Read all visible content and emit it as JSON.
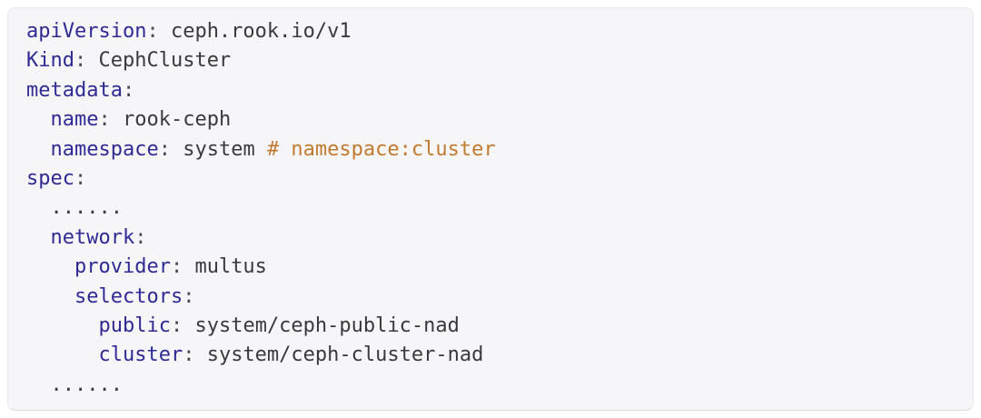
{
  "code_block": {
    "language": "yaml",
    "colors": {
      "key": "#2f2a94",
      "value": "#3a3a3c",
      "punctuation": "#4a4a55",
      "comment": "#c27a30",
      "panel_background": "#f6f6f8",
      "panel_border": "#ebebee",
      "page_background": "#ffffff"
    },
    "lines": [
      {
        "indent": 0,
        "segments": [
          {
            "type": "key",
            "text": "apiVersion"
          },
          {
            "type": "punct",
            "text": ": "
          },
          {
            "type": "value",
            "text": "ceph.rook.io/v1"
          }
        ]
      },
      {
        "indent": 0,
        "segments": [
          {
            "type": "key",
            "text": "Kind"
          },
          {
            "type": "punct",
            "text": ": "
          },
          {
            "type": "value",
            "text": "CephCluster"
          }
        ]
      },
      {
        "indent": 0,
        "segments": [
          {
            "type": "key",
            "text": "metadata"
          },
          {
            "type": "punct",
            "text": ":"
          }
        ]
      },
      {
        "indent": 2,
        "segments": [
          {
            "type": "key",
            "text": "name"
          },
          {
            "type": "punct",
            "text": ": "
          },
          {
            "type": "value",
            "text": "rook-ceph"
          }
        ]
      },
      {
        "indent": 2,
        "segments": [
          {
            "type": "key",
            "text": "namespace"
          },
          {
            "type": "punct",
            "text": ": "
          },
          {
            "type": "value",
            "text": "system "
          },
          {
            "type": "comment",
            "text": "# namespace:cluster"
          }
        ]
      },
      {
        "indent": 0,
        "segments": [
          {
            "type": "key",
            "text": "spec"
          },
          {
            "type": "punct",
            "text": ":"
          }
        ]
      },
      {
        "indent": 2,
        "segments": [
          {
            "type": "value",
            "text": "......"
          }
        ]
      },
      {
        "indent": 2,
        "segments": [
          {
            "type": "key",
            "text": "network"
          },
          {
            "type": "punct",
            "text": ":"
          }
        ]
      },
      {
        "indent": 4,
        "segments": [
          {
            "type": "key",
            "text": "provider"
          },
          {
            "type": "punct",
            "text": ": "
          },
          {
            "type": "value",
            "text": "multus"
          }
        ]
      },
      {
        "indent": 4,
        "segments": [
          {
            "type": "key",
            "text": "selectors"
          },
          {
            "type": "punct",
            "text": ":"
          }
        ]
      },
      {
        "indent": 6,
        "segments": [
          {
            "type": "key",
            "text": "public"
          },
          {
            "type": "punct",
            "text": ": "
          },
          {
            "type": "value",
            "text": "system/ceph-public-nad"
          }
        ]
      },
      {
        "indent": 6,
        "segments": [
          {
            "type": "key",
            "text": "cluster"
          },
          {
            "type": "punct",
            "text": ": "
          },
          {
            "type": "value",
            "text": "system/ceph-cluster-nad"
          }
        ]
      },
      {
        "indent": 2,
        "segments": [
          {
            "type": "value",
            "text": "......"
          }
        ]
      }
    ]
  }
}
